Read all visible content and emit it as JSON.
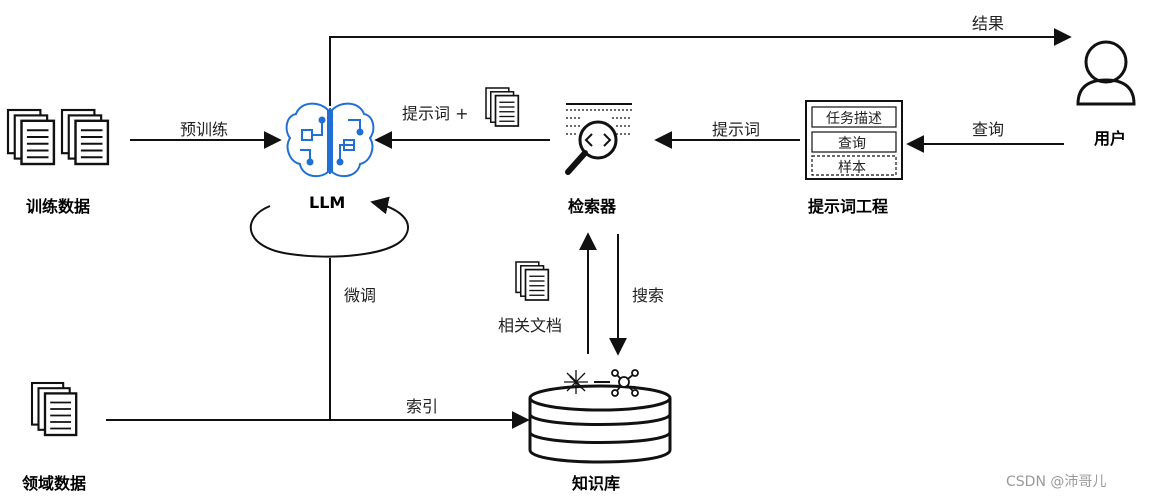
{
  "nodes": {
    "training_data": "训练数据",
    "llm": "LLM",
    "retriever": "检索器",
    "prompt_engineering": "提示词工程",
    "user": "用户",
    "domain_data": "领域数据",
    "knowledge_base": "知识库"
  },
  "edges": {
    "pretrain": "预训练",
    "prompt_plus": "提示词 +",
    "prompt": "提示词",
    "query": "查询",
    "result": "结果",
    "finetune": "微调",
    "search": "搜索",
    "related_docs": "相关文档",
    "index": "索引"
  },
  "prompt_box": {
    "items": [
      "任务描述",
      "查询",
      "样本"
    ]
  },
  "watermark": "CSDN @沛哥儿",
  "colors": {
    "brain": "#1f6fd6",
    "line": "#111111"
  }
}
